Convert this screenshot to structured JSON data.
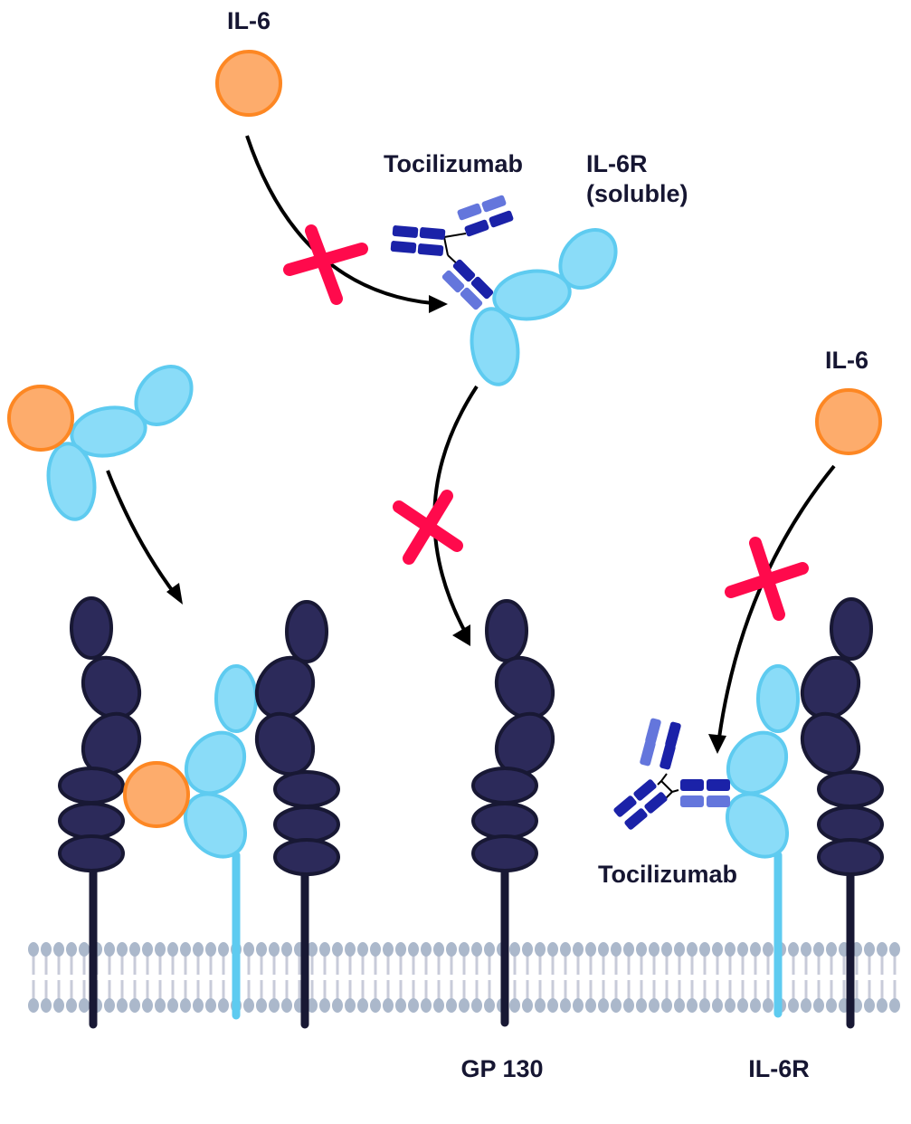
{
  "diagram": {
    "title": "Tocilizumab mechanism of action on IL-6 signaling",
    "labels": {
      "il6_top": "IL-6",
      "il6_right": "IL-6",
      "tocilizumab_top": "Tocilizumab",
      "il6r_soluble_line1": "IL-6R",
      "il6r_soluble_line2": "(soluble)",
      "tocilizumab_bottom": "Tocilizumab",
      "gp130": "GP 130",
      "il6r": "IL-6R"
    },
    "colors": {
      "gp130_fill": "#2c2a5a",
      "gp130_stroke": "#181834",
      "il6r_fill": "#8adcf8",
      "il6r_stroke": "#5ecbf0",
      "il6_fill": "#fdac6c",
      "il6_stroke": "#fd8723",
      "block_cross": "#ff0a4c",
      "antibody_heavy": "#1b22a8",
      "antibody_light": "#6476dc",
      "membrane_head": "#abb8cb",
      "membrane_tail": "#c8cbd9"
    },
    "interactions": [
      {
        "from": "IL-6",
        "to": "IL-6R (soluble)",
        "blocked": true
      },
      {
        "from": "IL-6R (soluble) + Tocilizumab",
        "to": "GP 130",
        "blocked": true
      },
      {
        "from": "IL-6",
        "to": "IL-6R (membrane) + Tocilizumab",
        "blocked": true
      },
      {
        "from": "IL-6/IL-6R complex",
        "to": "GP 130 dimer",
        "blocked": false
      }
    ]
  }
}
